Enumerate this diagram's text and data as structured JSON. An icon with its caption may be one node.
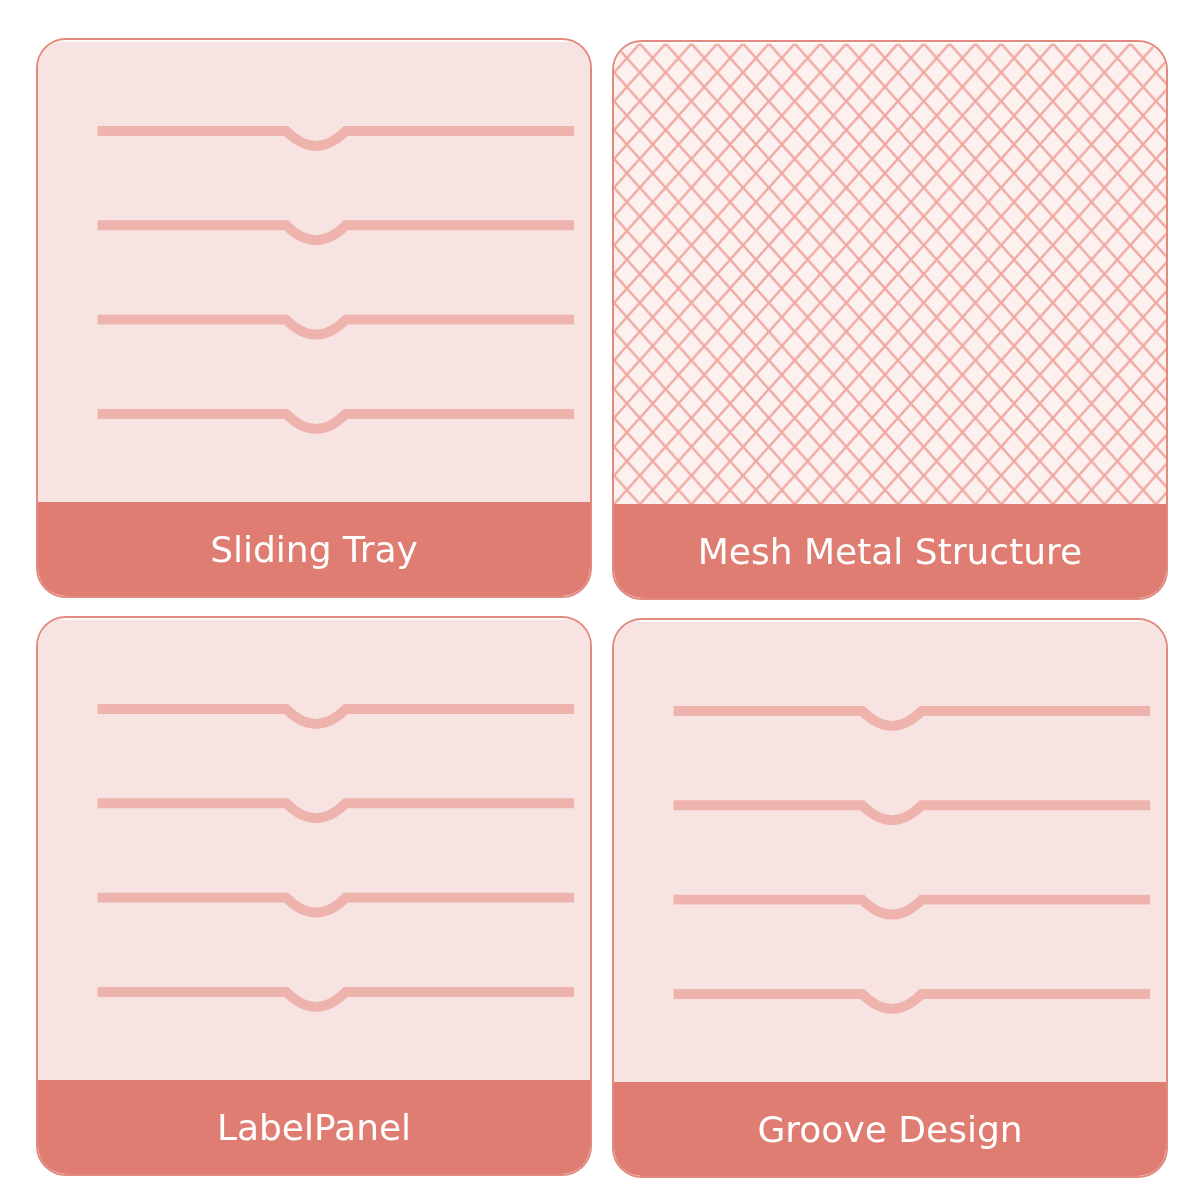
{
  "diagram": {
    "nodes": [
      {
        "text": [
          "Sliding Tray"
        ]
      },
      {
        "text": [
          "Mesh Metal Structure"
        ]
      },
      {
        "text": [
          "LabelPanel"
        ]
      },
      {
        "text": [
          "Groove Design"
        ]
      }
    ]
  }
}
